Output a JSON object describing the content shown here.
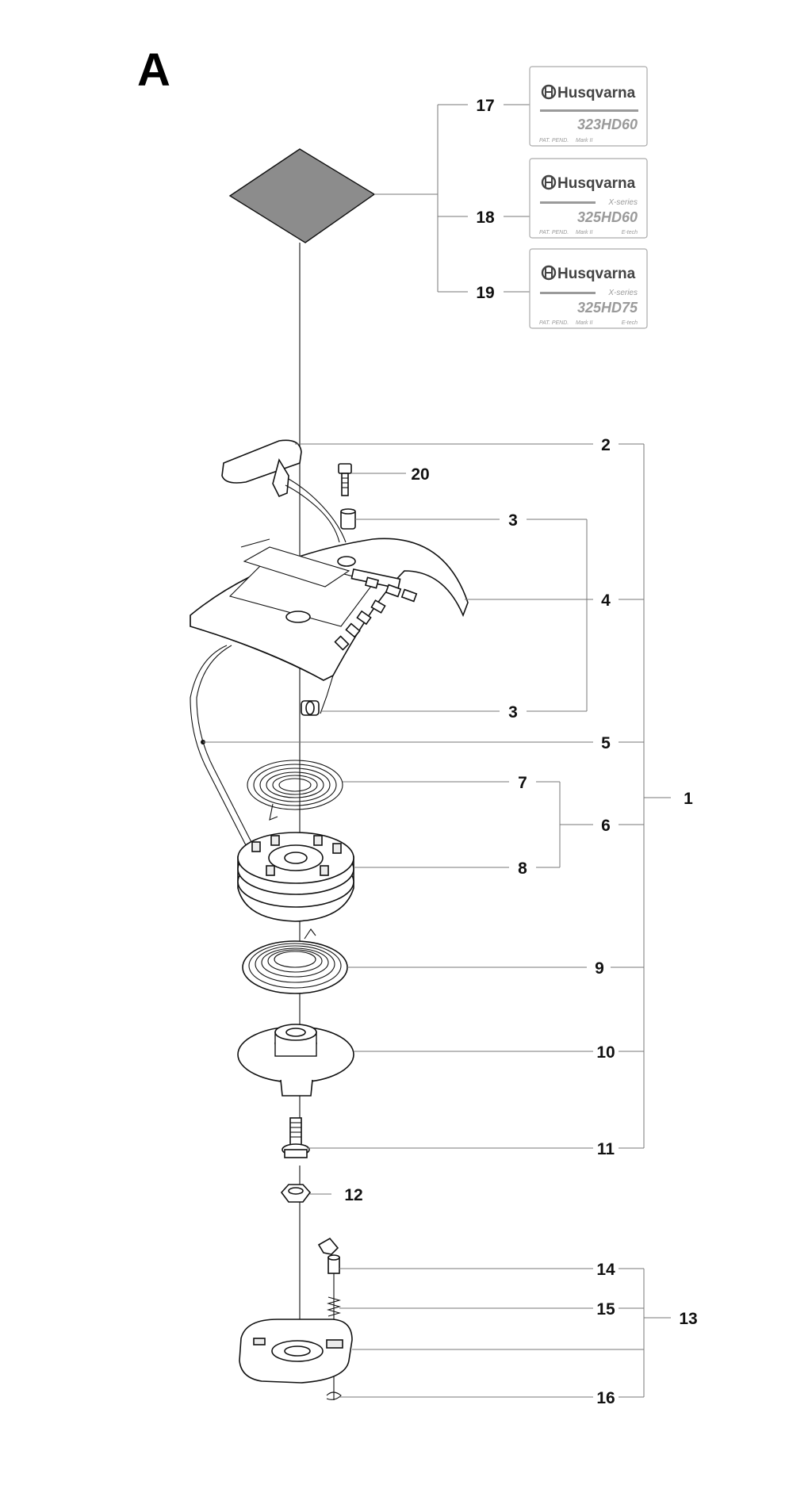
{
  "section_label": "A",
  "decals": [
    {
      "ref": "17",
      "brand": "Husqvarna",
      "series": "",
      "model": "323HD60",
      "small_left": "PAT. PEND.",
      "small_mid": "Mark II",
      "small_right": ""
    },
    {
      "ref": "18",
      "brand": "Husqvarna",
      "series": "X-series",
      "model": "325HD60",
      "small_left": "PAT. PEND.",
      "small_mid": "Mark II",
      "small_right": "E-tech"
    },
    {
      "ref": "19",
      "brand": "Husqvarna",
      "series": "X-series",
      "model": "325HD75",
      "small_left": "PAT. PEND.",
      "small_mid": "Mark II",
      "small_right": "E-tech"
    }
  ],
  "callouts": {
    "c1": "1",
    "c2": "2",
    "c3a": "3",
    "c3b": "3",
    "c4": "4",
    "c5": "5",
    "c6": "6",
    "c7": "7",
    "c8": "8",
    "c9": "9",
    "c10": "10",
    "c11": "11",
    "c12": "12",
    "c13": "13",
    "c14": "14",
    "c15": "15",
    "c16": "16",
    "c17": "17",
    "c18": "18",
    "c19": "19",
    "c20": "20"
  },
  "colors": {
    "line": "#777777",
    "part_outline": "#111111",
    "decal_plate": "#8c8c8c"
  }
}
